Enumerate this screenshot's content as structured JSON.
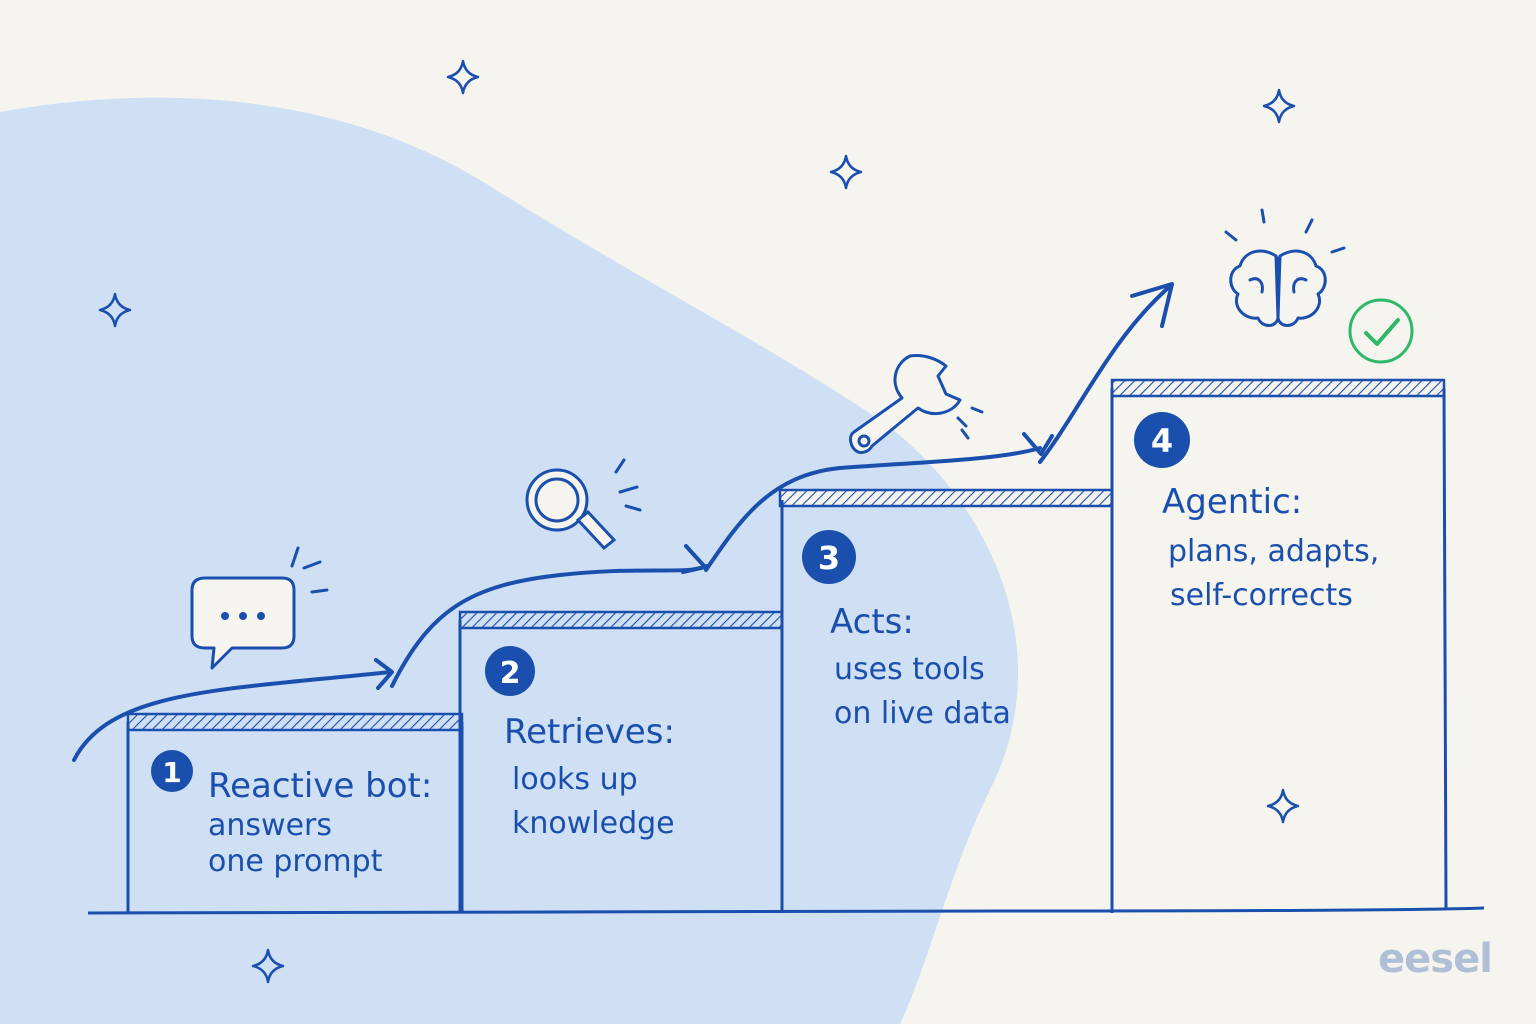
{
  "steps": [
    {
      "number": "1",
      "title": "Reactive bot:",
      "lines": [
        "answers",
        "one prompt"
      ],
      "icon": "speech-bubble-icon"
    },
    {
      "number": "2",
      "title": "Retrieves:",
      "lines": [
        "looks up",
        "knowledge"
      ],
      "icon": "magnifier-icon"
    },
    {
      "number": "3",
      "title": "Acts:",
      "lines": [
        "uses tools",
        "on live data"
      ],
      "icon": "wrench-icon"
    },
    {
      "number": "4",
      "title": "Agentic:",
      "lines": [
        "plans, adapts,",
        "self-corrects"
      ],
      "icon": "brain-icon"
    }
  ],
  "watermark": "eesel",
  "colors": {
    "ink": "#1a4fad",
    "blob": "#cfe0f5",
    "background": "#f6f4ef",
    "check": "#2fb86a",
    "watermark": "#aebfd6"
  },
  "extra_icons": [
    "check-circle-icon",
    "sparkle-icon"
  ]
}
